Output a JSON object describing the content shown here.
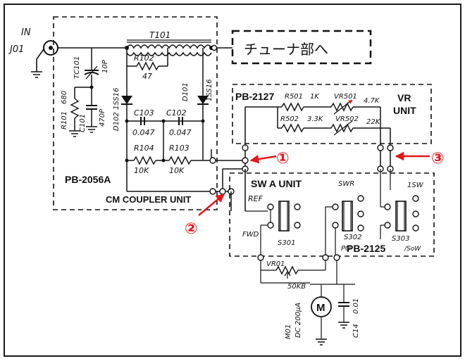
{
  "jack": {
    "in_label": "IN",
    "ref": "J01"
  },
  "transformer": {
    "ref": "T101"
  },
  "tuner_box": {
    "label": "チューナ部へ"
  },
  "cm_coupler": {
    "board_label": "PB-2056A",
    "unit_label": "CM COUPLER UNIT",
    "tc101": {
      "ref": "TC101",
      "value": "10P"
    },
    "r101": {
      "ref": "R101",
      "value": "680"
    },
    "c101": {
      "ref": "C101",
      "value": "470P"
    },
    "r102": {
      "ref": "R102",
      "value": "47"
    },
    "d102": {
      "ref": "D102 1SS16"
    },
    "d101": {
      "ref": "D101",
      "value": "1SS16"
    },
    "c103": {
      "ref": "C103",
      "value": "0.047"
    },
    "c102": {
      "ref": "C102",
      "value": "0.047"
    },
    "r104": {
      "ref": "R104",
      "value": "10K"
    },
    "r103": {
      "ref": "R103",
      "value": "10K"
    }
  },
  "vr_unit": {
    "board_label": "PB-2127",
    "unit_label_1": "VR",
    "unit_label_2": "UNIT",
    "r501": {
      "ref": "R501",
      "value": "1K"
    },
    "vr501": {
      "ref": "VR501",
      "value": "4.7K"
    },
    "r502": {
      "ref": "R502",
      "value": "3.3K"
    },
    "vr502": {
      "ref": "VR502",
      "value": "22K"
    }
  },
  "sw_unit": {
    "unit_label": "SW A UNIT",
    "board_label": "PB-2125",
    "board_suffix": "/SoW",
    "ref_label": "REF",
    "fwd_label": "FWD",
    "swr_label": "SWR",
    "isw_label": "1SW",
    "po_label": "PO",
    "s301": "S301",
    "s302": "S302",
    "s303": "S303"
  },
  "vr01": {
    "ref": "VR01",
    "value": "50KB"
  },
  "meter": {
    "symbol": "M",
    "ref": "M01",
    "rating": "DC 200μA"
  },
  "c14": {
    "ref": "C14",
    "value": "0.01"
  },
  "markers": [
    "①",
    "②",
    "③"
  ],
  "colors": {
    "marker": "#e8141b",
    "ink": "#111111",
    "frame": "#1a1a1a"
  }
}
